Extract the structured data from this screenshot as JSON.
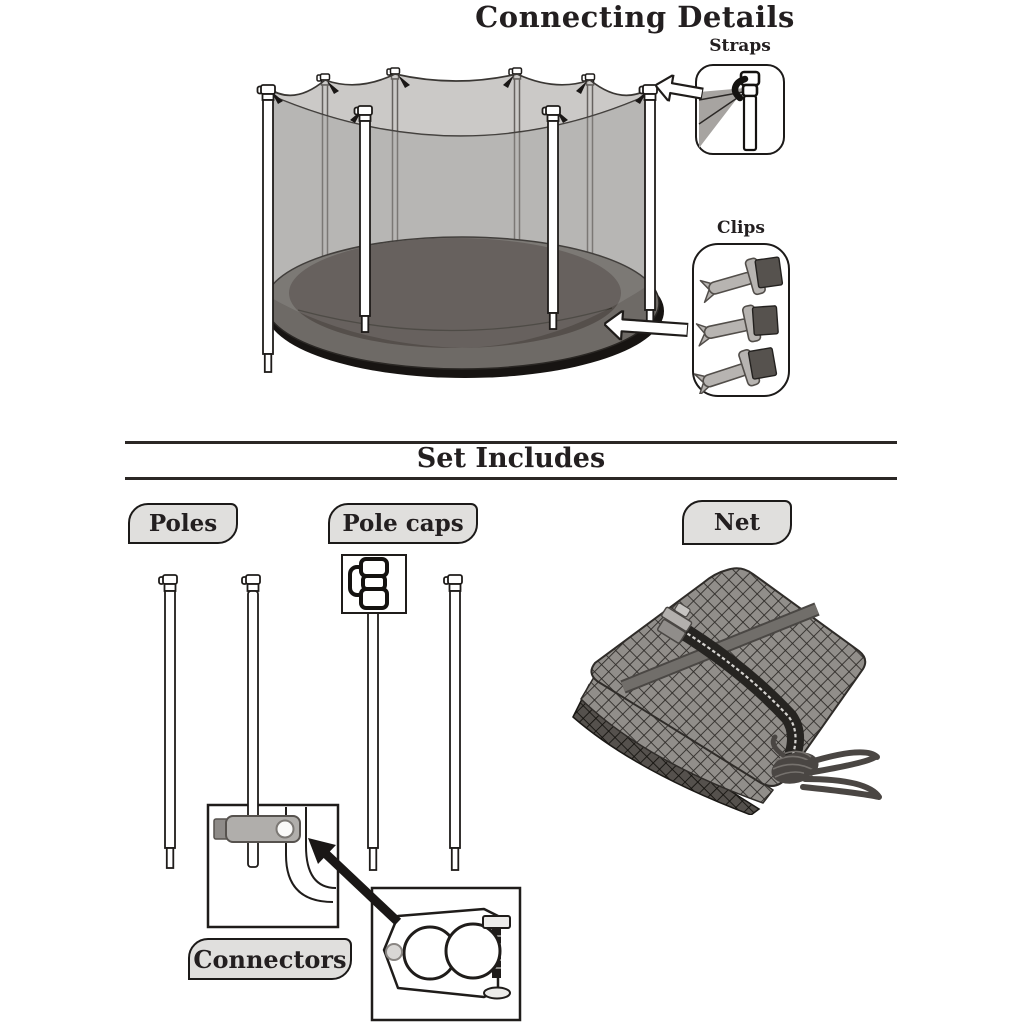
{
  "connecting_details": {
    "title": "Connecting Details",
    "straps_label": "Straps",
    "clips_label": "Clips"
  },
  "set_includes": {
    "title": "Set Includes",
    "poles_label": "Poles",
    "pole_caps_label": "Pole caps",
    "net_label": "Net",
    "connectors_label": "Connectors"
  },
  "palette": {
    "ink": "#231f20",
    "divider_line": "#2b2725",
    "tag_background": "#e0dfdd",
    "net_translucent_gray": "#a09d9a",
    "mat_inner_gray": "#554f4b",
    "mat_pad_gray": "#6e6a66",
    "metal_light_gray": "#b7b4b1",
    "clip_dark_gray": "#57534f",
    "rope_dark_gray": "#4a4643",
    "pole_white": "#ffffff"
  }
}
